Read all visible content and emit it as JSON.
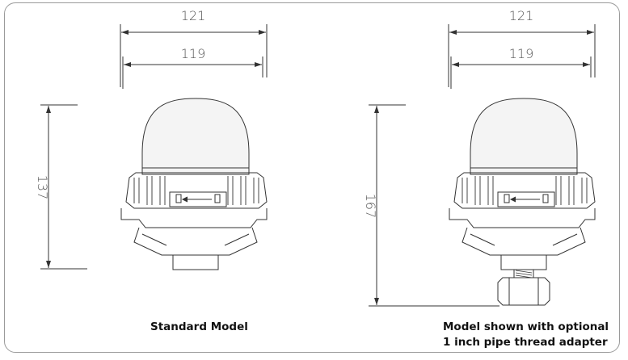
{
  "standard_model": {
    "overall_width": "121",
    "base_width": "119",
    "height": "137",
    "caption": "Standard Model"
  },
  "adapter_model": {
    "overall_width": "121",
    "base_width": "119",
    "height": "167",
    "caption_line1": "Model shown with optional",
    "caption_line2": "1 inch pipe thread adapter"
  },
  "colors": {
    "line": "#333333",
    "dome_fill": "#f4f4f4",
    "frame": "#9a9a9a"
  }
}
